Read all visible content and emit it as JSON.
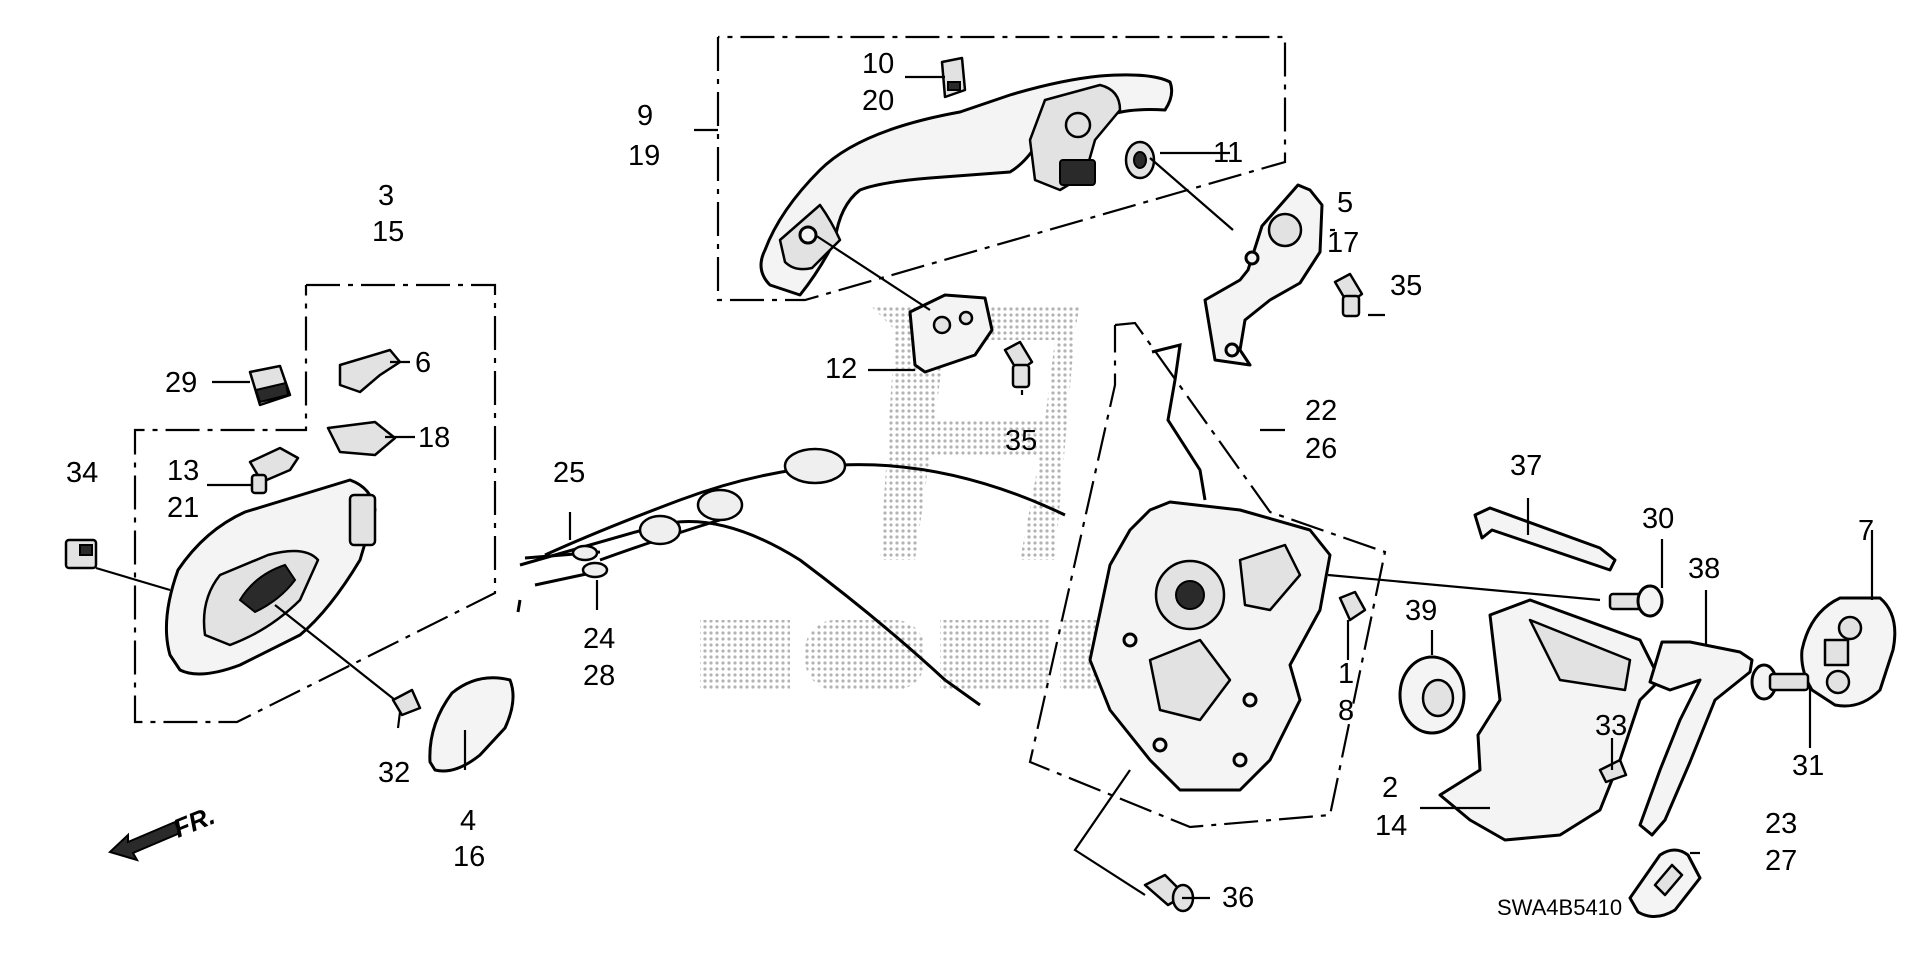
{
  "diagram": {
    "reference_code": "SWA4B5410",
    "direction_indicator": "FR.",
    "callouts": {
      "c1": "1",
      "c2": "2",
      "c3": "3",
      "c4": "4",
      "c5": "5",
      "c6": "6",
      "c7": "7",
      "c8": "8",
      "c9": "9",
      "c10": "10",
      "c11": "11",
      "c12": "12",
      "c13": "13",
      "c14": "14",
      "c15": "15",
      "c16": "16",
      "c17": "17",
      "c18": "18",
      "c19": "19",
      "c20": "20",
      "c21": "21",
      "c22": "22",
      "c23": "23",
      "c24": "24",
      "c25": "25",
      "c26": "26",
      "c27": "27",
      "c28": "28",
      "c29": "29",
      "c30": "30",
      "c31": "31",
      "c32": "32",
      "c33": "33",
      "c34": "34",
      "c35a": "35",
      "c35b": "35",
      "c36": "36",
      "c37": "37",
      "c38": "38",
      "c39": "39"
    }
  }
}
